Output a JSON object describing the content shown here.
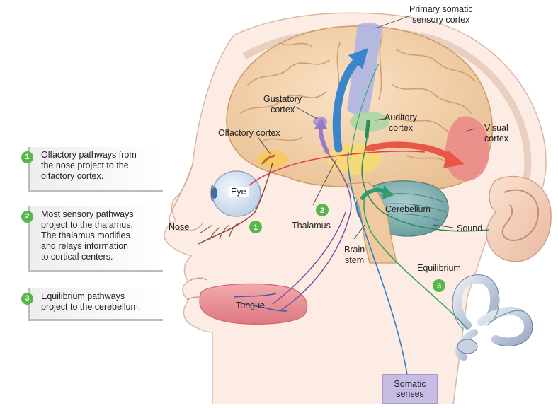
{
  "labels": {
    "primary_somatic": "Primary somatic\nsensory cortex",
    "gustatory": "Gustatory\ncortex",
    "auditory": "Auditory\ncortex",
    "olfactory": "Olfactory cortex",
    "visual": "Visual\ncortex",
    "eye": "Eye",
    "thalamus": "Thalamus",
    "cerebellum": "Cerebellum",
    "nose": "Nose",
    "sound": "Sound",
    "brain_stem": "Brain\nstem",
    "equilibrium": "Equilibrium",
    "tongue": "Tongue",
    "somatic_senses": "Somatic\nsenses"
  },
  "callouts": [
    {
      "num": "1",
      "text": "Olfactory pathways from\nthe nose project to the\nolfactory cortex."
    },
    {
      "num": "2",
      "text": "Most sensory pathways\nproject to the thalamus.\nThe thalamus modifies\nand relays information\nto cortical centers."
    },
    {
      "num": "3",
      "text": "Equilibrium pathways\nproject to the cerebellum."
    }
  ],
  "markers": [
    "1",
    "2",
    "3"
  ],
  "colors": {
    "skin": "#fcece3",
    "brain": "#f4d3ab",
    "olfactory_path": "#e0404a",
    "gustatory_path": "#7e4fa0",
    "auditory_path": "#2e8b57",
    "equilibrium_path": "#35a862",
    "somatic_path": "#2f7fc0",
    "visual_cortex": "#eb8a8a",
    "somatic_cortex": "#aeb5e4",
    "marker": "#55b848"
  }
}
